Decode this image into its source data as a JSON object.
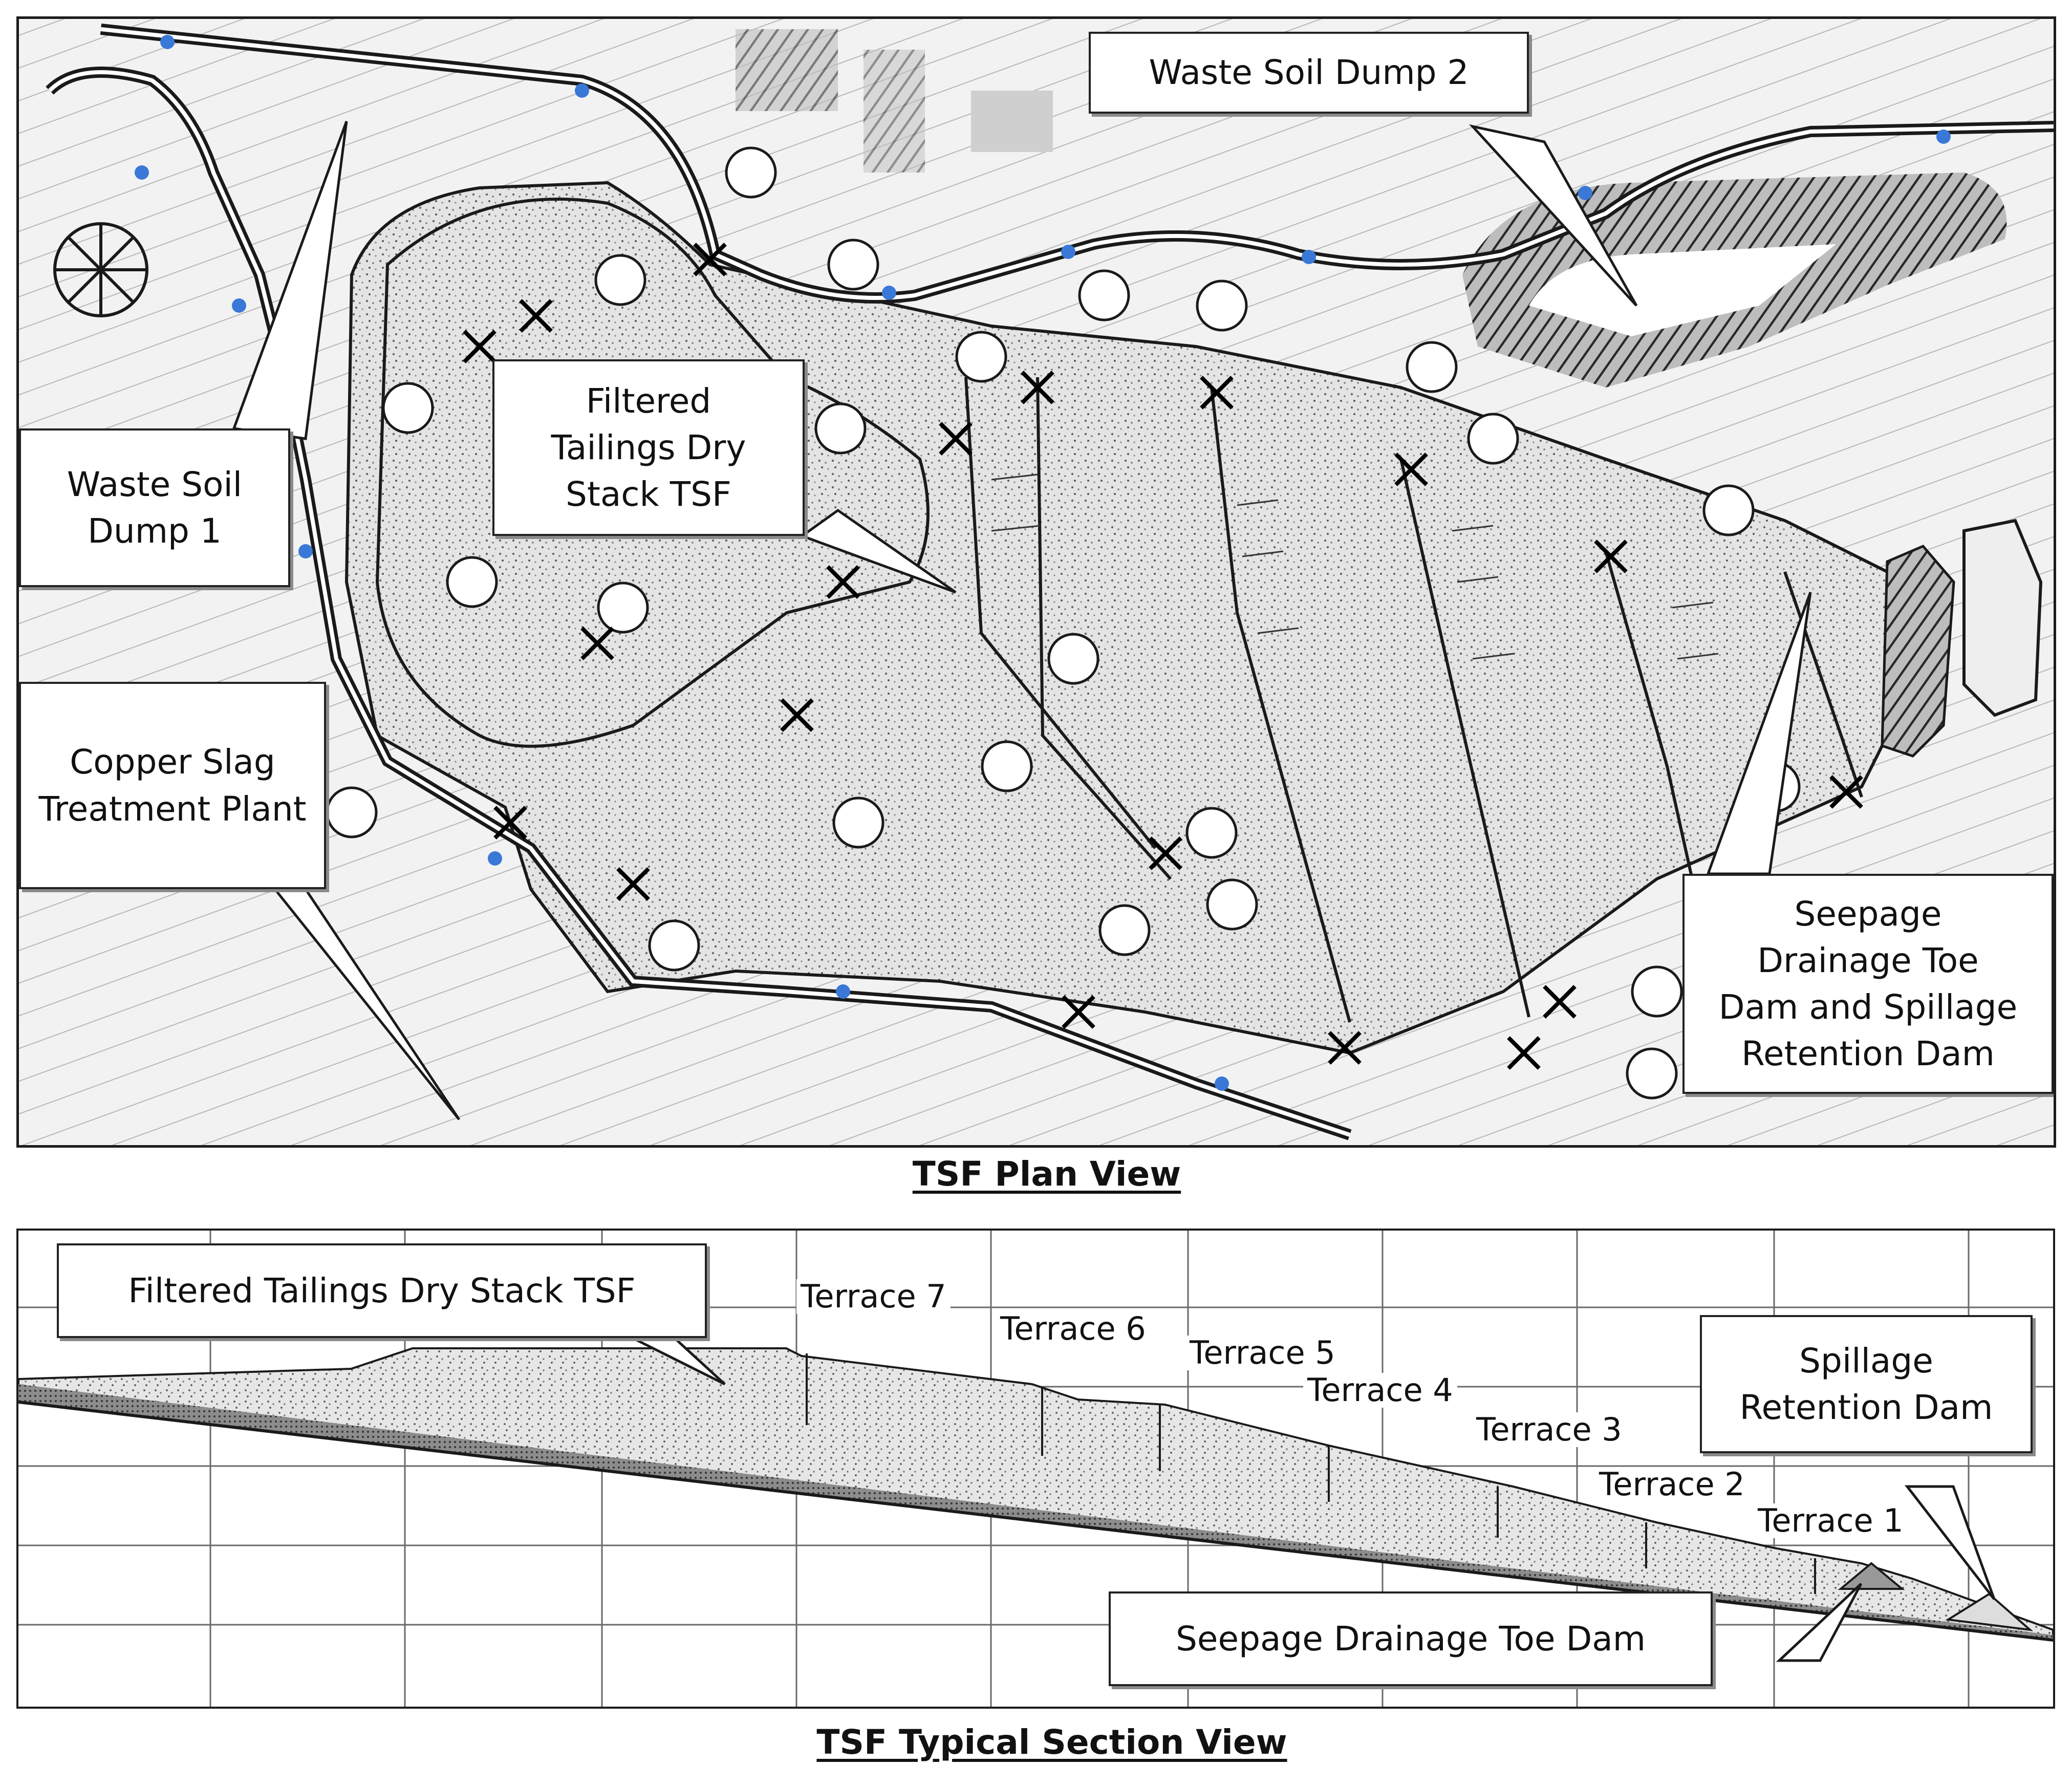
{
  "plan_view": {
    "caption": "TSF Plan View",
    "labels": {
      "waste_soil_dump_2": "Waste Soil Dump 2",
      "waste_soil_dump_1": "Waste Soil\nDump 1",
      "filtered_tailings": "Filtered\nTailings  Dry\nStack TSF",
      "copper_slag": "Copper Slag\nTreatment Plant",
      "seepage_dam": "Seepage\nDrainage Toe\nDam and Spillage\nRetention Dam"
    }
  },
  "section_view": {
    "caption": "TSF Typical Section View",
    "labels": {
      "filtered_tailings": "Filtered Tailings  Dry Stack TSF",
      "spillage_dam": "Spillage\nRetention Dam",
      "seepage_toe_dam": "Seepage  Drainage  Toe  Dam"
    },
    "terraces": [
      "Terrace 7",
      "Terrace 6",
      "Terrace 5",
      "Terrace 4",
      "Terrace 3",
      "Terrace 2",
      "Terrace 1"
    ]
  },
  "colors": {
    "road_marker": "#3a78d8",
    "linework": "#1a1a1a",
    "fill": "#dcdcdc"
  }
}
